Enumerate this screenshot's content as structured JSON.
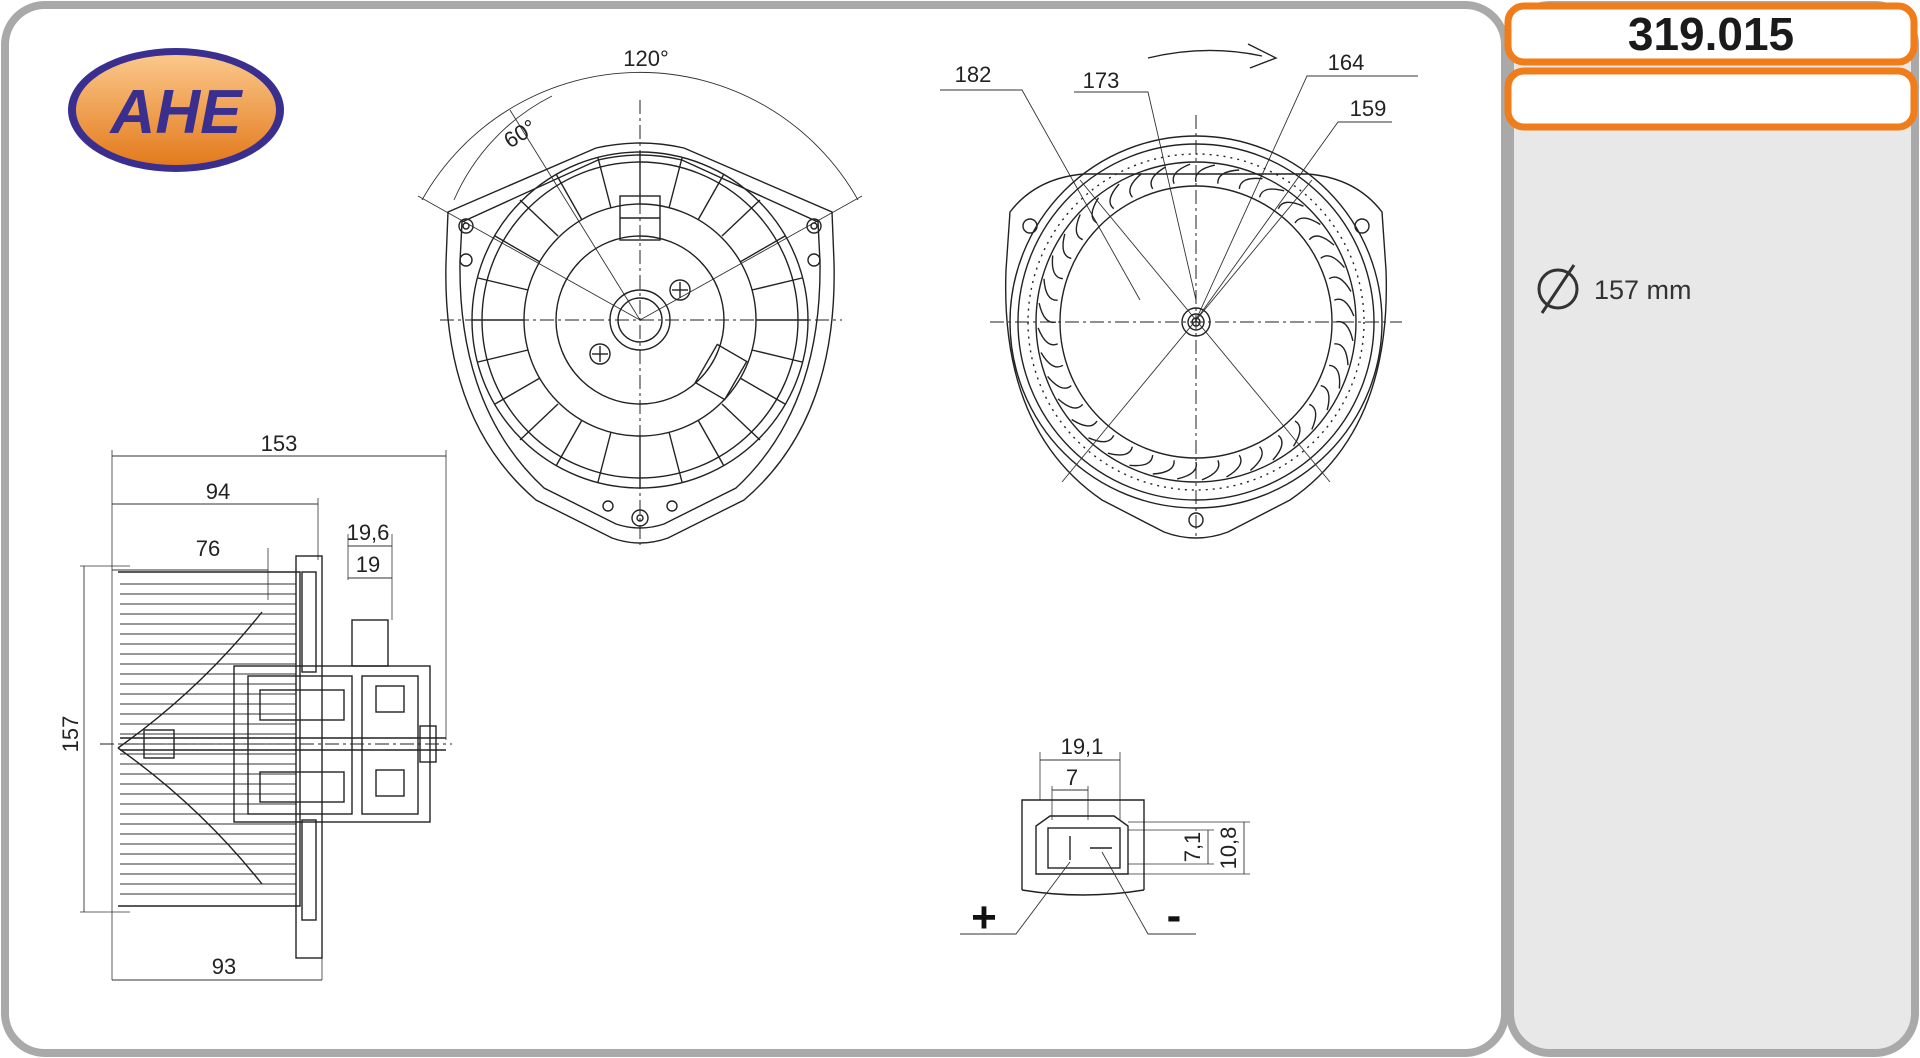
{
  "logo": {
    "text": "AHE",
    "fill_top": "#f7b063",
    "fill_bottom": "#e07a1f",
    "ring_color": "#3a2f8f"
  },
  "product": {
    "code": "319.015",
    "secondary": ""
  },
  "specs": {
    "diameter_icon": "diameter-icon",
    "diameter_value": "157 mm"
  },
  "front_view": {
    "angle_outer": "120°",
    "angle_inner": "60°"
  },
  "fan_view": {
    "dim_a": "182",
    "dim_b": "173",
    "dim_c": "164",
    "dim_d": "159",
    "rotation": "clockwise-arrow"
  },
  "side_view": {
    "dim_overall_length": "153",
    "dim_to_flange": "94",
    "dim_wheel": "76",
    "dim_stub_outer": "19,6",
    "dim_stub_inner": "19",
    "dim_height": "157",
    "dim_bottom": "93"
  },
  "connector": {
    "dim_width": "19,1",
    "dim_pin_gap": "7",
    "dim_inner_h": "7,1",
    "dim_outer_h": "10,8",
    "plus": "+",
    "minus": "-"
  },
  "colors": {
    "accent": "#f07d1a",
    "panel": "#e8e8e8",
    "frame": "#a9a9a9"
  }
}
